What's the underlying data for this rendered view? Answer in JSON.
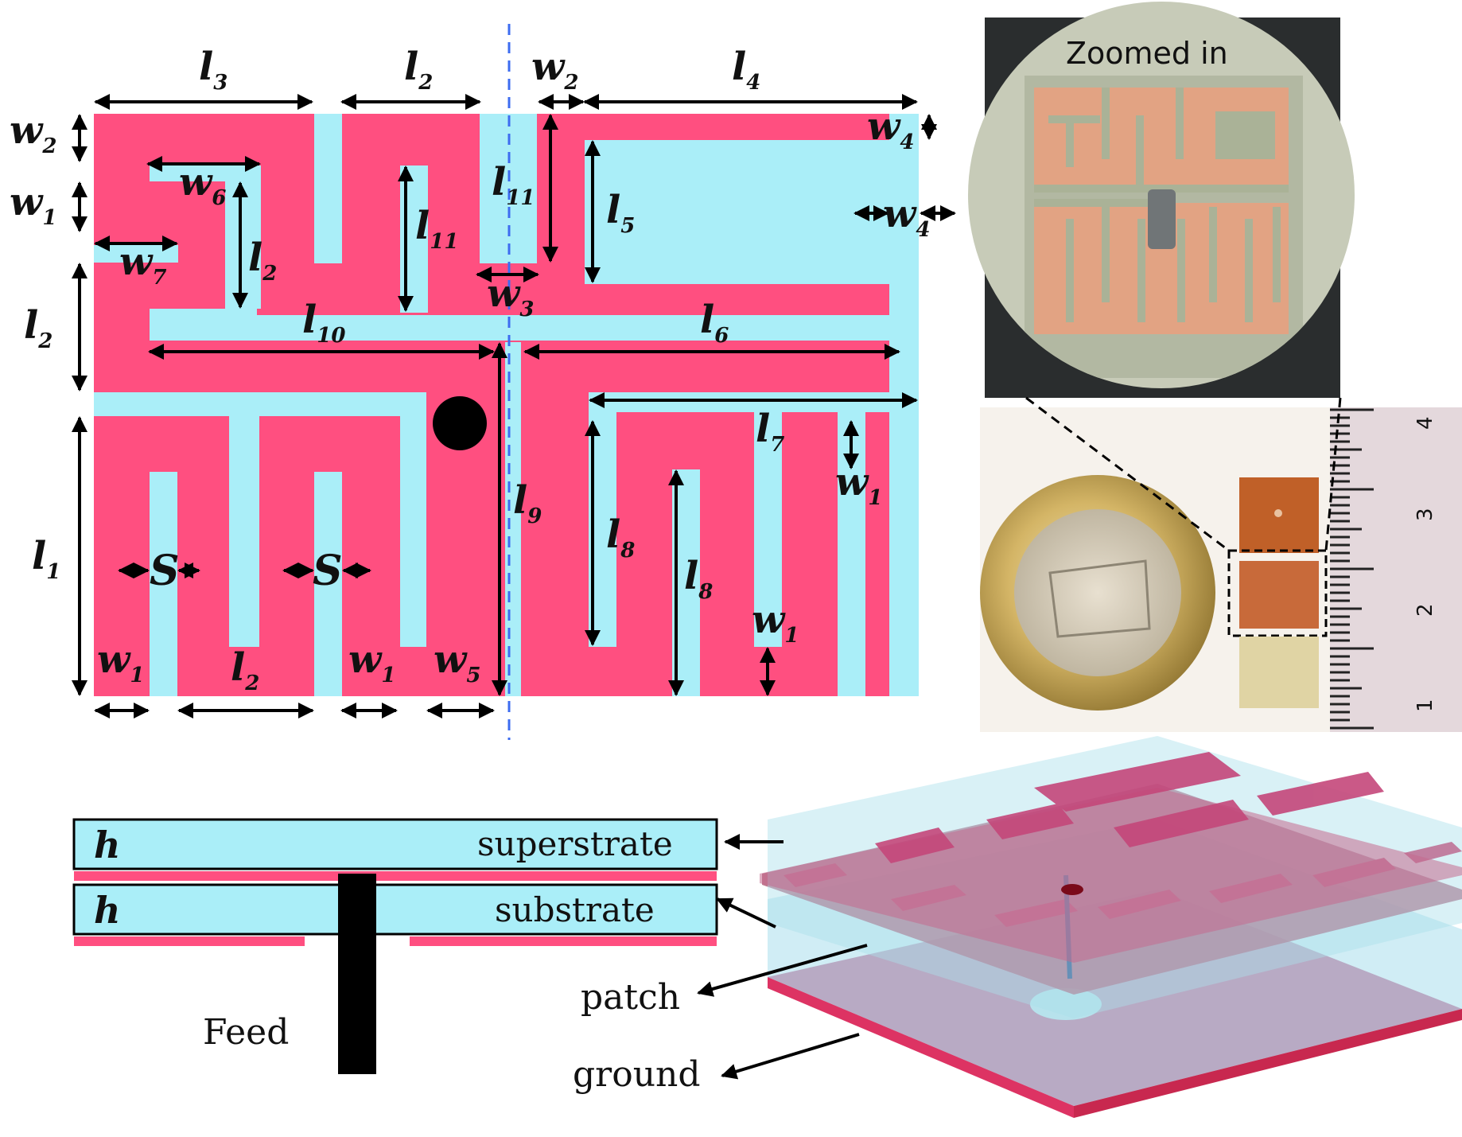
{
  "colors": {
    "patch": "#ff4f80",
    "substrate": "#aaeef8",
    "dashed_axis": "#3d6cf0",
    "feed": "#000000"
  },
  "top_view": {
    "dims": {
      "l1": {
        "s": "l",
        "n": "1"
      },
      "l2": {
        "s": "l",
        "n": "2"
      },
      "l3": {
        "s": "l",
        "n": "3"
      },
      "l4": {
        "s": "l",
        "n": "4"
      },
      "l5": {
        "s": "l",
        "n": "5"
      },
      "l6": {
        "s": "l",
        "n": "6"
      },
      "l7": {
        "s": "l",
        "n": "7"
      },
      "l8": {
        "s": "l",
        "n": "8"
      },
      "l9": {
        "s": "l",
        "n": "9"
      },
      "l10": {
        "s": "l",
        "n": "10"
      },
      "l11": {
        "s": "l",
        "n": "11"
      },
      "w1": {
        "s": "w",
        "n": "1"
      },
      "w2": {
        "s": "w",
        "n": "2"
      },
      "w3": {
        "s": "w",
        "n": "3"
      },
      "w4": {
        "s": "w",
        "n": "4"
      },
      "w5": {
        "s": "w",
        "n": "5"
      },
      "w6": {
        "s": "w",
        "n": "6"
      },
      "w7": {
        "s": "w",
        "n": "7"
      },
      "S": "S"
    }
  },
  "photo": {
    "zoom_label": "Zoomed in",
    "ruler_numbers": [
      "4",
      "3",
      "2",
      "1"
    ]
  },
  "cross_section": {
    "h1": "h",
    "h2": "h",
    "superstrate": "superstrate",
    "substrate": "substrate",
    "feed": "Feed"
  },
  "exploded": {
    "patch": "patch",
    "ground": "ground"
  }
}
